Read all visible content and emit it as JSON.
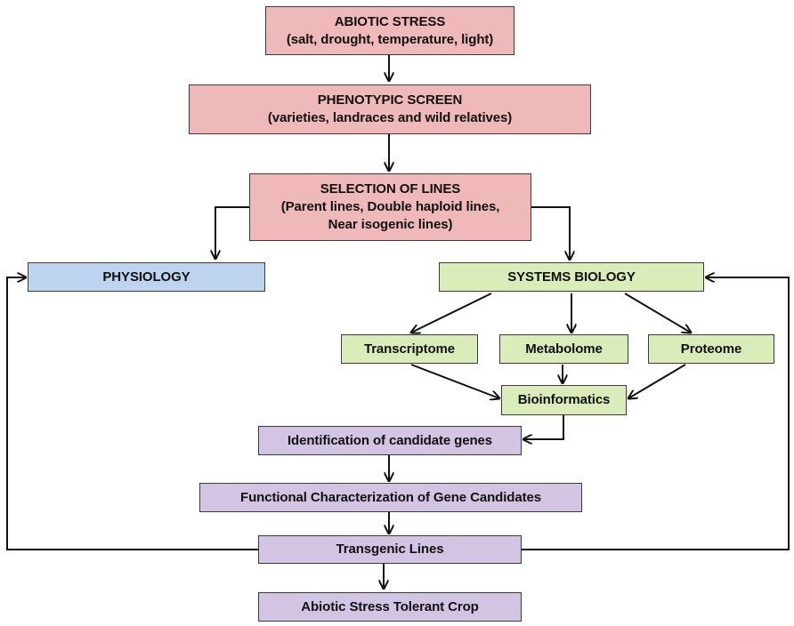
{
  "colors": {
    "stress": "#efb9b9",
    "physiology": "#bcd4ee",
    "systems": "#d9ecb9",
    "genes": "#d2c4e2",
    "line": "#111111"
  },
  "nodes": {
    "abiotic_stress": {
      "title": "ABIOTIC STRESS",
      "sub": "(salt, drought, temperature, light)"
    },
    "phenotypic_screen": {
      "title": "PHENOTYPIC SCREEN",
      "sub": "(varieties, landraces and wild relatives)"
    },
    "selection_of_lines": {
      "title": "SELECTION OF LINES",
      "sub1": "(Parent lines, Double haploid lines,",
      "sub2": "Near isogenic lines)"
    },
    "physiology": {
      "label": "PHYSIOLOGY"
    },
    "systems_biology": {
      "label": "SYSTEMS BIOLOGY"
    },
    "transcriptome": {
      "label": "Transcriptome"
    },
    "metabolome": {
      "label": "Metabolome"
    },
    "proteome": {
      "label": "Proteome"
    },
    "bioinformatics": {
      "label": "Bioinformatics"
    },
    "candidate_genes": {
      "label": "Identification of candidate genes"
    },
    "functional_characterization": {
      "label": "Functional Characterization of Gene Candidates"
    },
    "transgenic_lines": {
      "label": "Transgenic Lines"
    },
    "tolerant_crop": {
      "label": "Abiotic Stress Tolerant Crop"
    }
  }
}
